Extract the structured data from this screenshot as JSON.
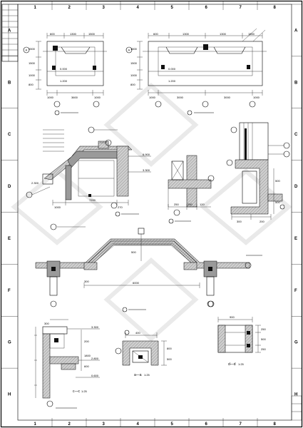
{
  "sheet": {
    "column_labels": [
      "1",
      "2",
      "3",
      "4",
      "5",
      "6",
      "7",
      "8"
    ],
    "row_labels": [
      "A",
      "B",
      "C",
      "D",
      "E",
      "F",
      "G",
      "H"
    ]
  },
  "details": {
    "plan_left": {
      "axis_label": "A",
      "dims_top": [
        "600",
        "1300",
        "1500"
      ],
      "dims_left": [
        "1500",
        "1500",
        "1000",
        "800"
      ],
      "dims_bottom": [
        "1000",
        "3600",
        "1000"
      ],
      "elevations": [
        "0.000",
        "1.200"
      ]
    },
    "plan_right": {
      "axis_label": "A",
      "dims_top": [
        "600",
        "1300",
        "1300",
        "1500"
      ],
      "dims_left": [
        "1500",
        "1500",
        "1000",
        "800"
      ],
      "dims_bottom": [
        "1000",
        "3000",
        "3000",
        "1000"
      ],
      "elevations": [
        "0.000",
        "1.200"
      ]
    },
    "eave_section": {
      "dims": [
        "7200",
        "1000",
        "270"
      ],
      "elevations": [
        "6.900",
        "3.300",
        "2.300"
      ]
    },
    "wall_joint": {
      "dims": [
        "250",
        "250",
        "120"
      ]
    },
    "corner_section": {
      "dims": [
        "300",
        "500",
        "500",
        "200"
      ]
    },
    "canopy_section": {
      "dims": [
        "6000",
        "500",
        "300"
      ]
    },
    "wall_section_c": {
      "caption": "c—c",
      "scale": "1:25",
      "elevations": [
        "3.300",
        "2.800",
        "0.600"
      ],
      "dims": [
        "300",
        "200",
        "1800",
        "600"
      ]
    },
    "section_a": {
      "caption": "a—a",
      "scale": "1:25",
      "dims": [
        "400",
        "800",
        "500"
      ]
    },
    "section_d": {
      "caption": "d—d",
      "scale": "1:25",
      "dims": [
        "900",
        "250",
        "500",
        "250"
      ]
    }
  }
}
